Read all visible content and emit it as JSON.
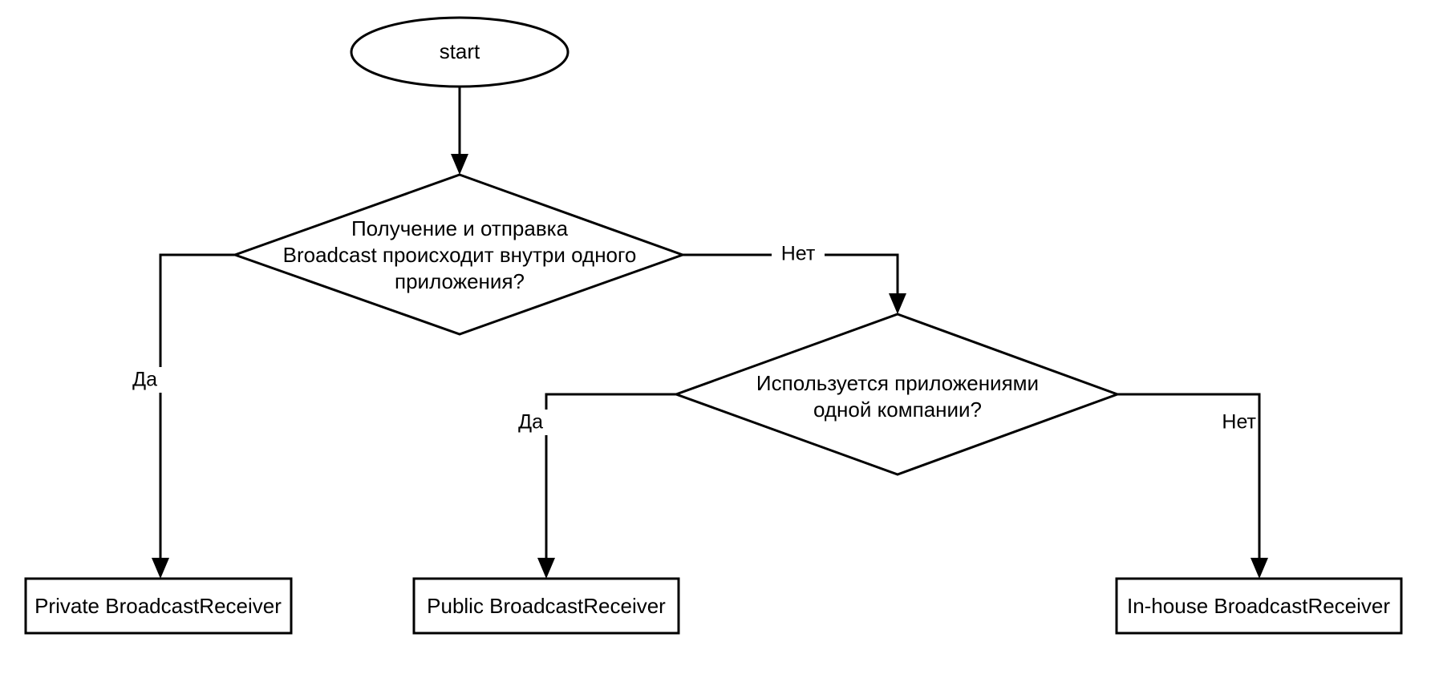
{
  "diagram": {
    "title": "Broadcast Receiver selection flowchart",
    "background_color": "#ffffff",
    "line_color": "#000000",
    "text_color": "#000000",
    "nodes": {
      "start": {
        "shape": "ellipse",
        "label": "start"
      },
      "decision_1": {
        "shape": "diamond",
        "line1": "Получение и отправка",
        "line2": "Broadcast происходит внутри одного",
        "line3": "приложения?"
      },
      "decision_2": {
        "shape": "diamond",
        "line1": "Используется приложениями",
        "line2": "одной компании?"
      },
      "result_private": {
        "shape": "rectangle",
        "label": "Private BroadcastReceiver"
      },
      "result_public": {
        "shape": "rectangle",
        "label": "Public BroadcastReceiver"
      },
      "result_inhouse": {
        "shape": "rectangle",
        "label": "In-house BroadcastReceiver"
      }
    },
    "edges": {
      "d1_yes": {
        "label": "Да"
      },
      "d1_no": {
        "label": "Нет"
      },
      "d2_yes": {
        "label": "Да"
      },
      "d2_no": {
        "label": "Нет"
      }
    }
  }
}
